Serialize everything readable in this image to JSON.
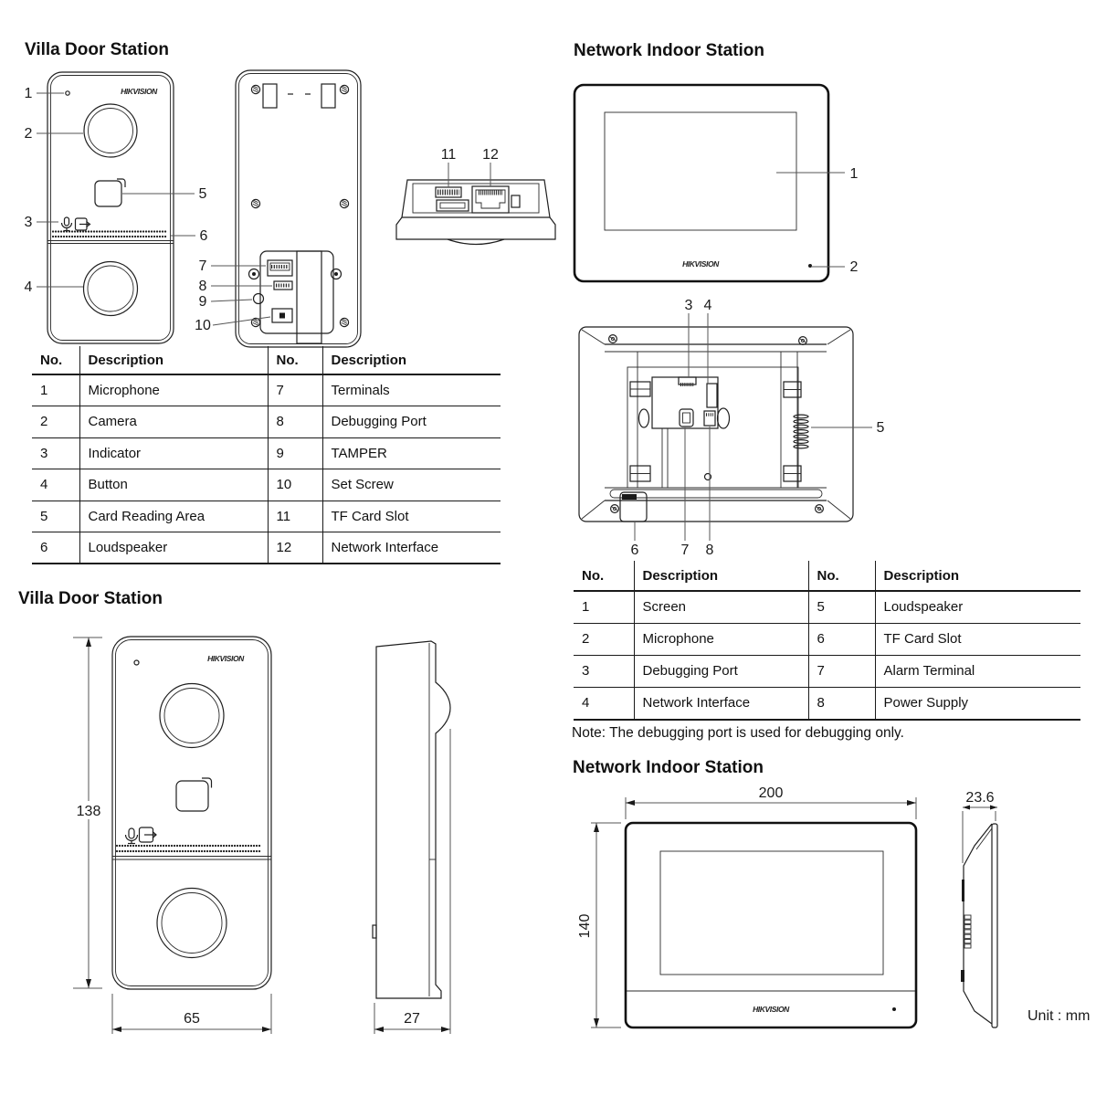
{
  "brand": {
    "logo": "HIKVISION"
  },
  "unit_label": "Unit : mm",
  "villa_door_station": {
    "section_title": "Villa Door Station",
    "callouts": [
      "1",
      "2",
      "3",
      "4",
      "5",
      "6",
      "7",
      "8",
      "9",
      "10",
      "11",
      "12"
    ],
    "table": {
      "headers": [
        "No.",
        "Description",
        "No.",
        "Description"
      ],
      "rows": [
        [
          "1",
          "Microphone",
          "7",
          "Terminals"
        ],
        [
          "2",
          "Camera",
          "8",
          "Debugging Port"
        ],
        [
          "3",
          "Indicator",
          "9",
          "TAMPER"
        ],
        [
          "4",
          "Button",
          "10",
          "Set Screw"
        ],
        [
          "5",
          "Card Reading Area",
          "11",
          "TF Card Slot"
        ],
        [
          "6",
          "Loudspeaker",
          "12",
          "Network Interface"
        ]
      ]
    },
    "dimensions": {
      "height_mm": "138",
      "width_mm": "65",
      "depth_mm": "27"
    }
  },
  "network_indoor_station": {
    "section_title": "Network Indoor Station",
    "callouts": [
      "1",
      "2",
      "3",
      "4",
      "5",
      "6",
      "7",
      "8"
    ],
    "table": {
      "headers": [
        "No.",
        "Description",
        "No.",
        "Description"
      ],
      "rows": [
        [
          "1",
          "Screen",
          "5",
          "Loudspeaker"
        ],
        [
          "2",
          "Microphone",
          "6",
          "TF Card Slot"
        ],
        [
          "3",
          "Debugging Port",
          "7",
          "Alarm Terminal"
        ],
        [
          "4",
          "Network Interface",
          "8",
          "Power Supply"
        ]
      ]
    },
    "note": "Note: The debugging port is used for debugging only.",
    "dimensions": {
      "width_mm": "200",
      "height_mm": "140",
      "depth_mm": "23.6"
    }
  }
}
